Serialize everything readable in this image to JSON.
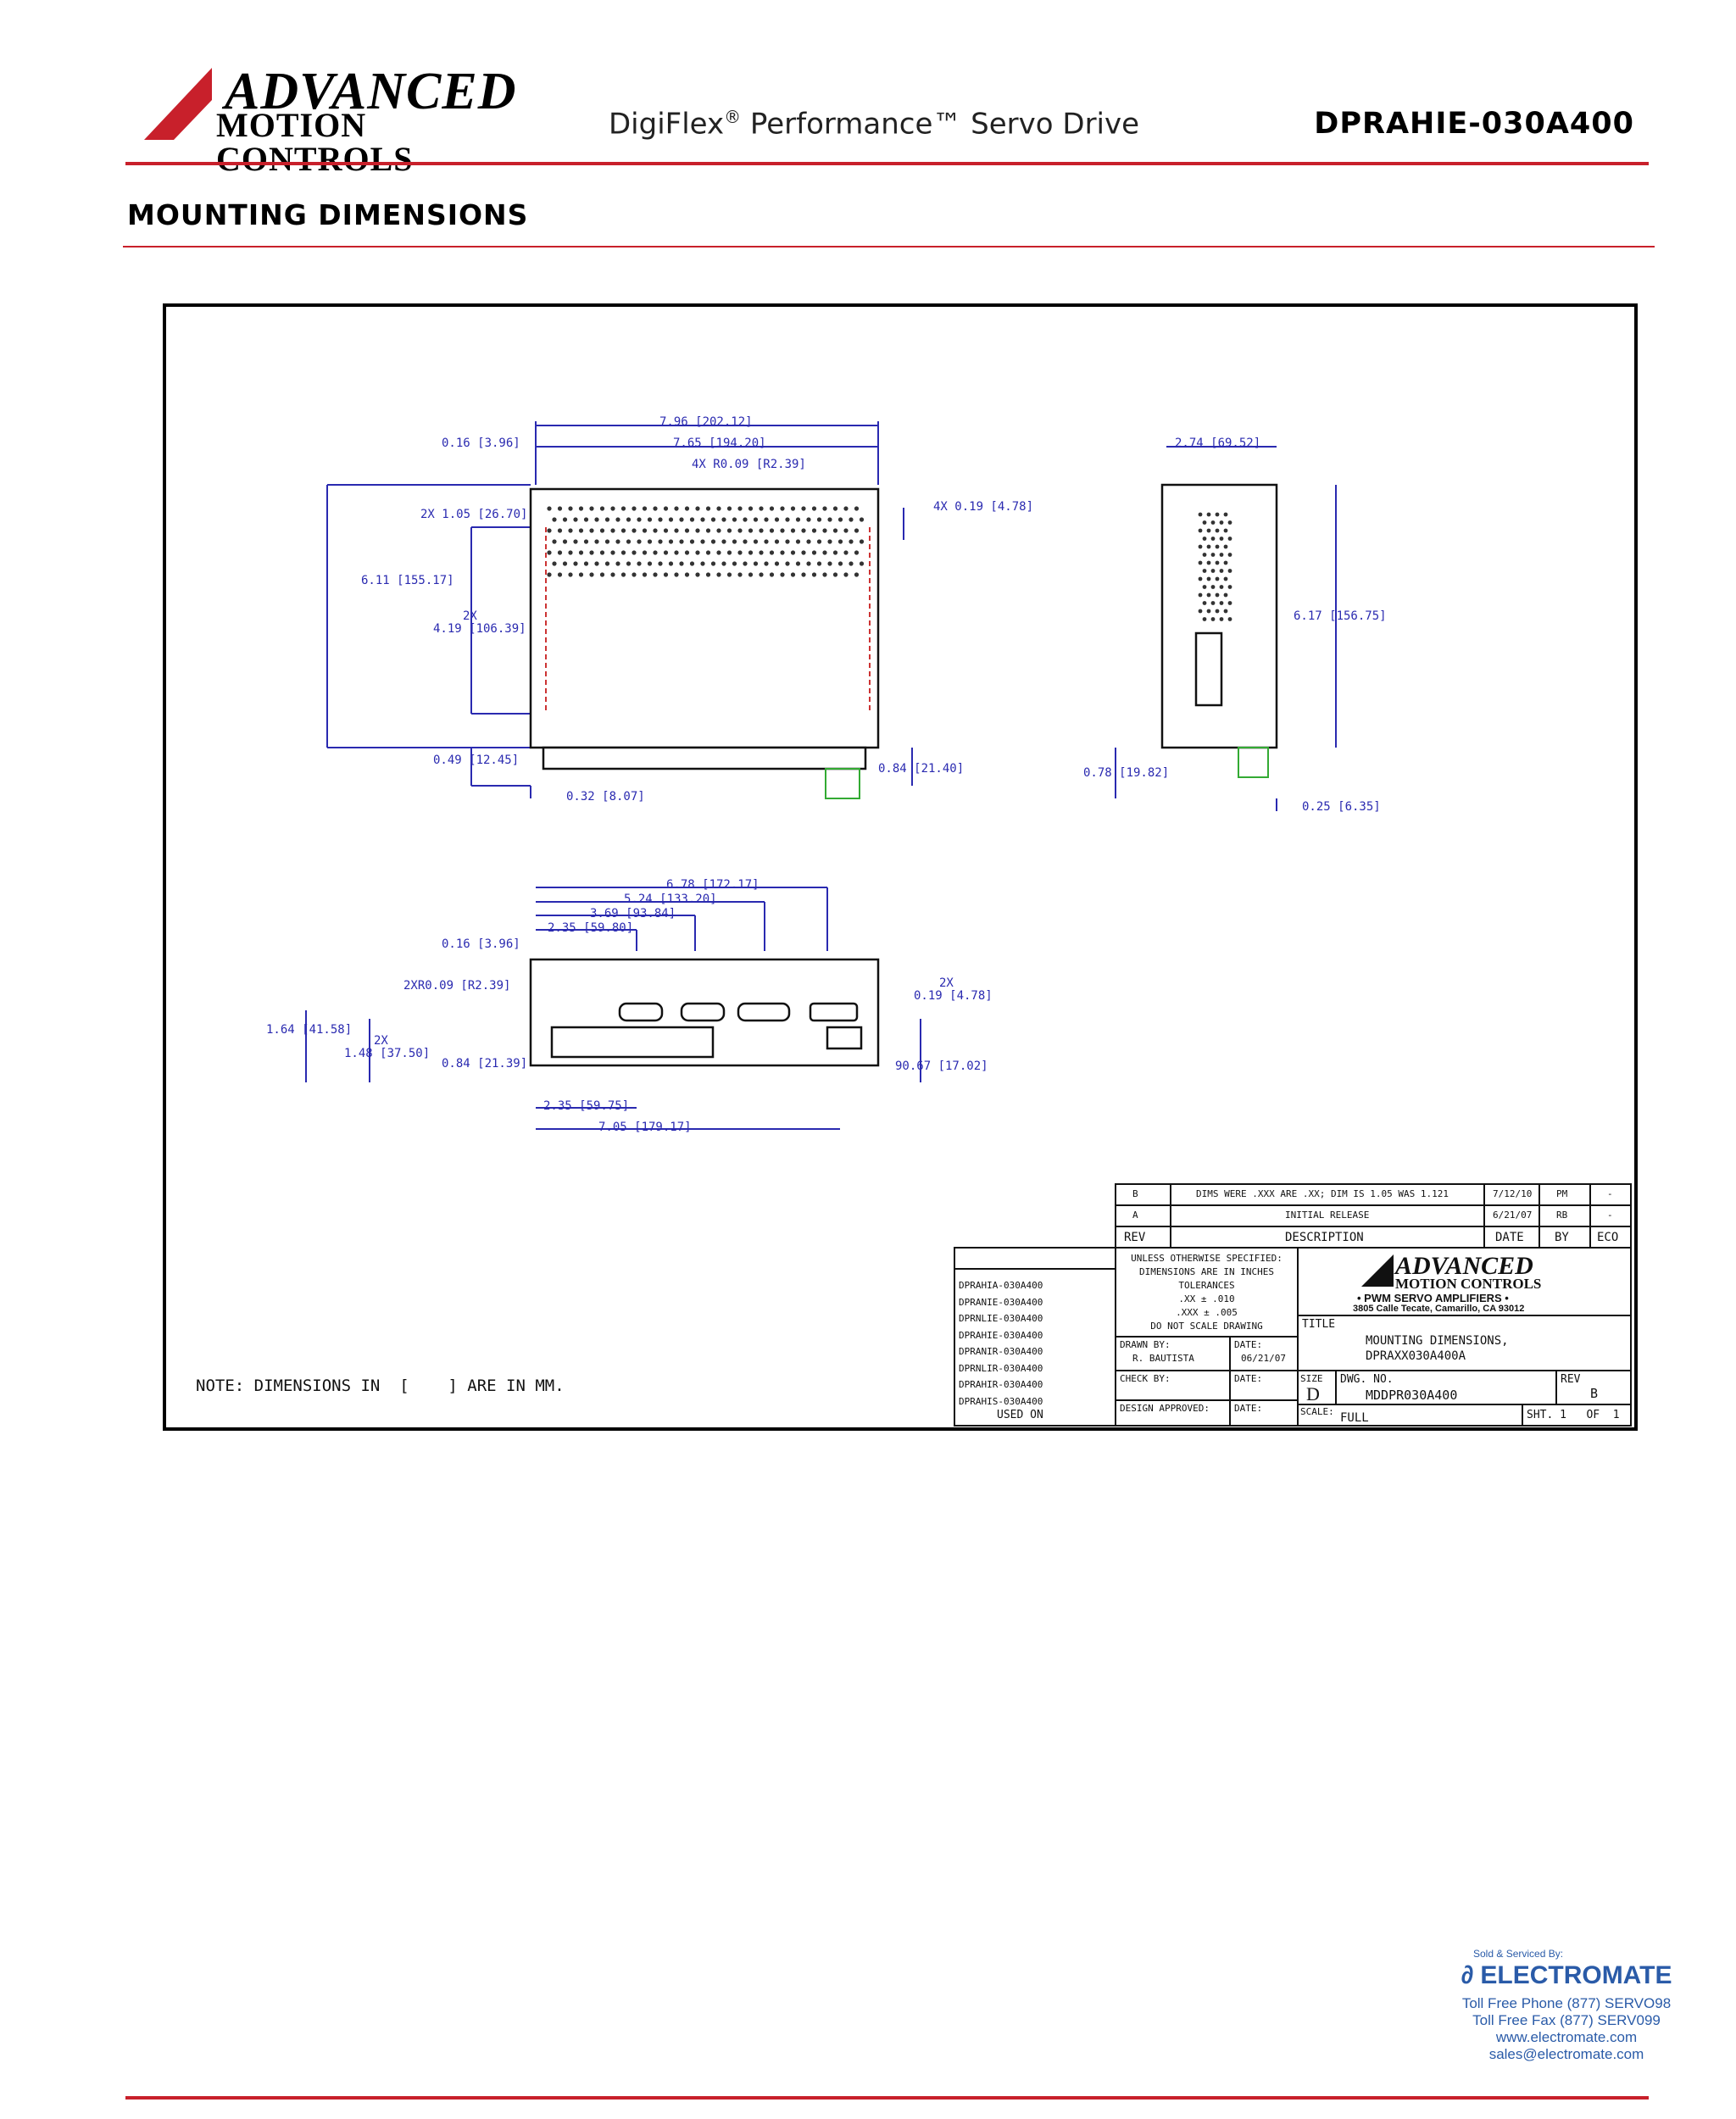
{
  "header": {
    "logo_line1": "ADVANCED",
    "logo_line2": "MOTION CONTROLS",
    "product_line": "DigiFlex",
    "product_reg": "®",
    "product_rest": " Performance™ Servo Drive",
    "model": "DPRAHIE-030A400",
    "accent_color": "#c8202b"
  },
  "section_title": "MOUNTING DIMENSIONS",
  "drawing": {
    "top_view": {
      "dim_overall_width": "7.96 [202.12]",
      "dim_inner_width": "7.65 [194.20]",
      "dim_radius": "4X R0.09 [R2.39]",
      "dim_left_offset": "0.16 [3.96]",
      "dim_slot_top": "2X 1.05 [26.70]",
      "dim_height": "6.11 [155.17]",
      "dim_slot_spacing_2x": "2X",
      "dim_slot_spacing": "4.19 [106.39]",
      "dim_bottom": "0.49 [12.45]",
      "dim_bottom_left": "0.32 [8.07]",
      "dim_connector": "0.84 [21.40]",
      "dim_slot_width": "4X 0.19 [4.78]"
    },
    "side_view": {
      "dim_width": "2.74 [69.52]",
      "dim_height": "6.17 [156.75]",
      "dim_bottom": "0.78 [19.82]",
      "dim_conn": "0.25 [6.35]"
    },
    "front_view": {
      "dim_total": "6.78 [172.17]",
      "dim_524": "5.24 [133.20]",
      "dim_369": "3.69 [93.84]",
      "dim_235": "2.35 [59.80]",
      "dim_016": "0.16 [3.96]",
      "dim_radius": "2XR0.09 [R2.39]",
      "dim_164": "1.64 [41.58]",
      "dim_148_2x": "2X",
      "dim_148": "1.48 [37.50]",
      "dim_084": "0.84 [21.39]",
      "dim_slot_2x": "2X",
      "dim_slot": "0.19 [4.78]",
      "dim_right": "90.67 [17.02]",
      "dim_bottom_235": "2.35 [59.75]",
      "dim_bottom_705": "7.05 [179.17]"
    },
    "note": "NOTE: DIMENSIONS IN  [    ] ARE IN MM.",
    "revisions": [
      {
        "rev": "B",
        "desc": "DIMS WERE .XXX ARE .XX; DIM IS 1.05 WAS 1.121",
        "date": "7/12/10",
        "by": "PM",
        "eco": "-"
      },
      {
        "rev": "A",
        "desc": "INITIAL RELEASE",
        "date": "6/21/07",
        "by": "RB",
        "eco": "-"
      }
    ],
    "rev_header": {
      "rev": "REV",
      "desc": "DESCRIPTION",
      "date": "DATE",
      "by": "BY",
      "eco": "ECO"
    },
    "used_on": [
      "DPRAHIA-030A400",
      "DPRANIE-030A400",
      "DPRNLIE-030A400",
      "DPRAHIE-030A400",
      "DPRANIR-030A400",
      "DPRNLIR-030A400",
      "DPRAHIR-030A400",
      "DPRAHIS-030A400"
    ],
    "used_on_label": "USED ON",
    "tolerances": [
      "UNLESS OTHERWISE SPECIFIED:",
      "DIMENSIONS ARE IN INCHES",
      "TOLERANCES",
      ".XX ± .010",
      ".XXX ± .005",
      "DO NOT SCALE DRAWING"
    ],
    "drawn_by_label": "DRAWN BY:",
    "drawn_by": "R. BAUTISTA",
    "date_label": "DATE:",
    "drawn_date": "06/21/07",
    "check_by_label": "CHECK BY:",
    "design_approved_label": "DESIGN APPROVED:",
    "company_logo1": "ADVANCED",
    "company_logo2": "MOTION CONTROLS",
    "company_sub": "• PWM SERVO AMPLIFIERS •",
    "company_addr": "3805 Calle Tecate, Camarillo, CA 93012",
    "title_label": "TITLE",
    "title_line1": "MOUNTING DIMENSIONS,",
    "title_line2": "DPRAXX030A400A",
    "size_label": "SIZE",
    "size": "D",
    "dwg_label": "DWG. NO.",
    "dwg_no": "MDDPR030A400",
    "rev_label": "REV",
    "rev": "B",
    "scale_label": "SCALE:",
    "scale": "FULL",
    "sheet": "SHT. 1   OF  1"
  },
  "footer": {
    "sold_by": "Sold & Serviced By:",
    "brand": "ELECTROMATE",
    "phone": "Toll Free Phone  (877) SERVO98",
    "fax": "Toll Free Fax  (877) SERV099",
    "web": "www.electromate.com",
    "email": "sales@electromate.com",
    "brand_color": "#2a5ba8"
  }
}
